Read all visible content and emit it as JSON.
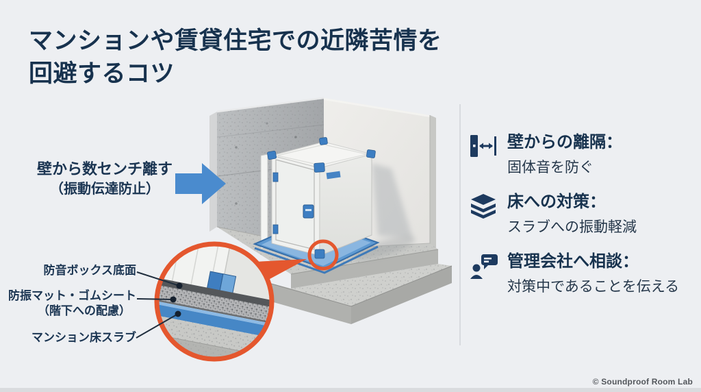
{
  "title": {
    "line1": "マンションや賃貸住宅での近隣苦情を",
    "line2": "回避するコツ"
  },
  "left_annotation": {
    "line1": "壁から数センチ離す",
    "line2": "（振動伝達防止）",
    "arrow_icon": "right-arrow-icon"
  },
  "detail_labels": {
    "box_bottom": "防音ボックス底面",
    "mat_line1": "防振マット・ゴムシート",
    "mat_line2": "（階下への配慮）",
    "slab": "マンション床スラブ"
  },
  "checklist": {
    "items": [
      {
        "icon": "wall-distance-icon",
        "heading": "壁からの離隔：",
        "description": "固体音を防ぐ"
      },
      {
        "icon": "layers-icon",
        "heading": "床への対策：",
        "description": "スラブへの振動軽減"
      },
      {
        "icon": "consult-icon",
        "heading": "管理会社へ相談：",
        "description": "対策中であることを伝える"
      }
    ]
  },
  "footer": {
    "copyright": "© Soundproof Room Lab"
  },
  "colors": {
    "background": "#edeff2",
    "navy": "#17324e",
    "accent_blue": "#4a8bce",
    "accent_orange": "#e4572e",
    "mat_blue": "#5e99d1",
    "icon_navy": "#1d3a5f"
  }
}
